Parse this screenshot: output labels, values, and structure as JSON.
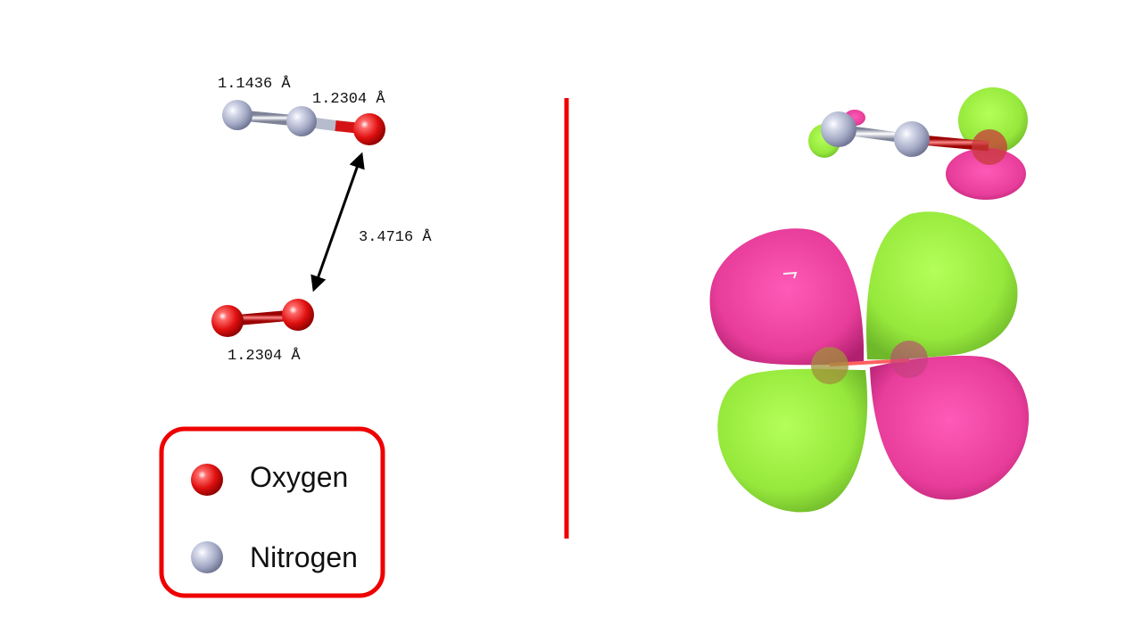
{
  "labels": {
    "nn_bond": "1.1436 Å",
    "no_bond_top": "1.2304 Å",
    "intermolecular_distance": "3.4716 Å",
    "oo_bond_bottom": "1.2304 Å"
  },
  "legend": {
    "items": [
      {
        "label": "Oxygen",
        "icon": "oxygen-atom-icon"
      },
      {
        "label": "Nitrogen",
        "icon": "nitrogen-atom-icon"
      }
    ]
  },
  "colors": {
    "oxygen": "#e01010",
    "nitrogen": "#a8aec8",
    "divider": "#ee0000",
    "legend_border": "#ee0000",
    "lobe_positive": "#9ee840",
    "lobe_negative": "#e8409c",
    "arrow": "#000000"
  }
}
